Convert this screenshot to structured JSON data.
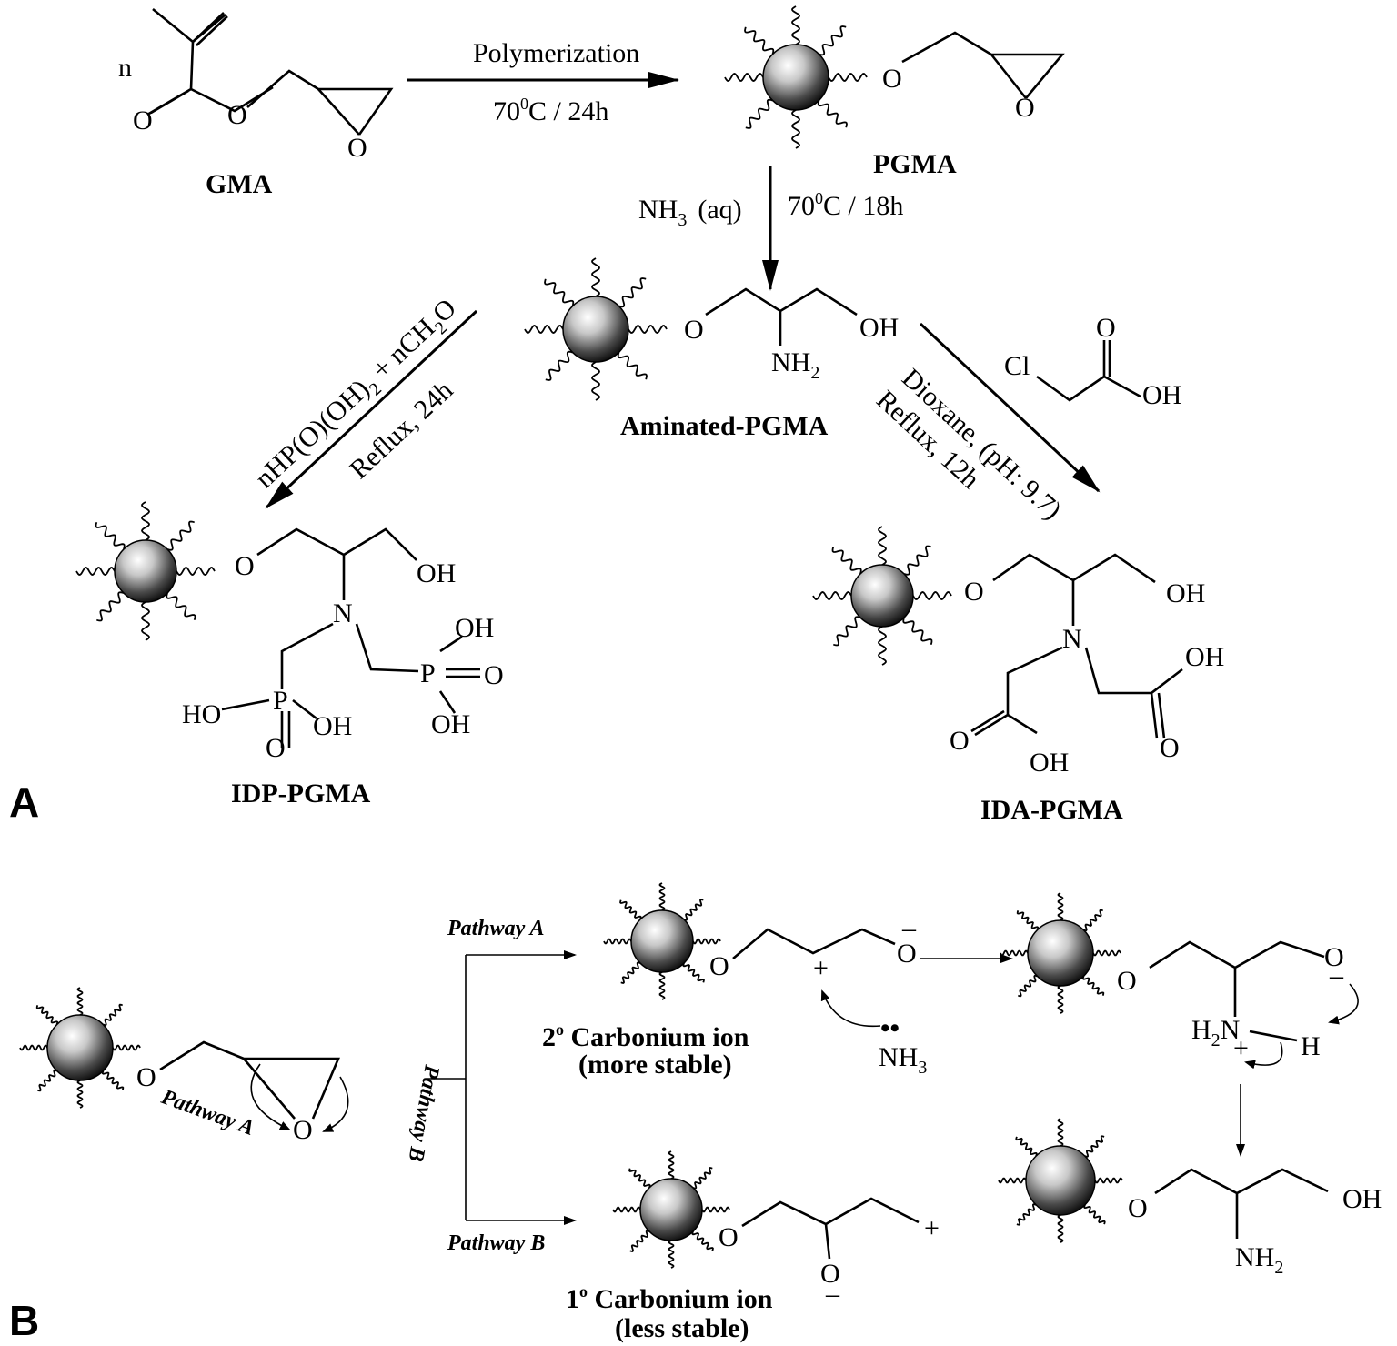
{
  "panelA": {
    "label": "A",
    "gma": {
      "n": "n",
      "o_carbonyl": "O",
      "o_ester": "O",
      "o_epoxide": "O",
      "name": "GMA"
    },
    "step1": {
      "reagent": "Polymerization",
      "cond_pre": "70",
      "cond_sup": "0",
      "cond_post": "C / 24h"
    },
    "pgma": {
      "o_ether": "O",
      "o_epoxide": "O",
      "name": "PGMA"
    },
    "step2": {
      "reagent_pre": "NH",
      "reagent_sub": "3",
      "reagent_post": "(aq)",
      "cond_pre": "70",
      "cond_sup": "0",
      "cond_post": "C / 18h"
    },
    "aminated": {
      "o": "O",
      "oh": "OH",
      "nh_pre": "NH",
      "nh_sub": "2",
      "name": "Aminated-PGMA"
    },
    "step3": {
      "line1_a": "nHP(O)(OH)",
      "line1_sub": "2",
      "line1_b": " + nCH",
      "line1_sub2": "2",
      "line1_c": "O",
      "line2": "Reflux, 24h"
    },
    "step4": {
      "line1": "Dioxane, (pH: 9.7)",
      "line2": "Reflux, 12h"
    },
    "chloroacetic": {
      "cl": "Cl",
      "o": "O",
      "oh": "OH"
    },
    "idp": {
      "o": "O",
      "oh": "OH",
      "n": "N",
      "p1": "P",
      "p2": "P",
      "oh1": "OH",
      "oh2": "O",
      "ho3": "HO",
      "oh4": "OH",
      "o5": "O",
      "oh6": "OH",
      "name": "IDP-PGMA"
    },
    "ida": {
      "o": "O",
      "oh": "OH",
      "n": "N",
      "oh1": "OH",
      "o1": "O",
      "o2": "O",
      "oh2": "OH",
      "name": "IDA-PGMA"
    }
  },
  "panelB": {
    "label": "B",
    "start": {
      "o_ether": "O",
      "o_epoxide": "O",
      "pathA": "Pathway A",
      "pathB": "Pathway B"
    },
    "branchA": "Pathway A",
    "branchB": "Pathway B",
    "carbo2": {
      "o": "O",
      "o_minus": "O",
      "minus": "–",
      "plus": "+",
      "line1_pre": "2",
      "line1_sup": "o",
      "line1_post": " Carbonium ion",
      "line2": "(more stable)"
    },
    "nh3": {
      "dots": "••",
      "pre": "NH",
      "sub": "3"
    },
    "inter": {
      "o": "O",
      "o_minus": "O",
      "minus": "–",
      "h2": "H",
      "h2_sub": "2",
      "n": "N",
      "plus": "+",
      "h": "H"
    },
    "product": {
      "o": "O",
      "oh": "OH",
      "nh_pre": "NH",
      "nh_sub": "2"
    },
    "carbo1": {
      "o": "O",
      "o_minus": "O",
      "minus": "–",
      "plus": "+",
      "line1_pre": "1",
      "line1_sup": "o",
      "line1_post": " Carbonium ion",
      "line2": "(less stable)"
    }
  }
}
